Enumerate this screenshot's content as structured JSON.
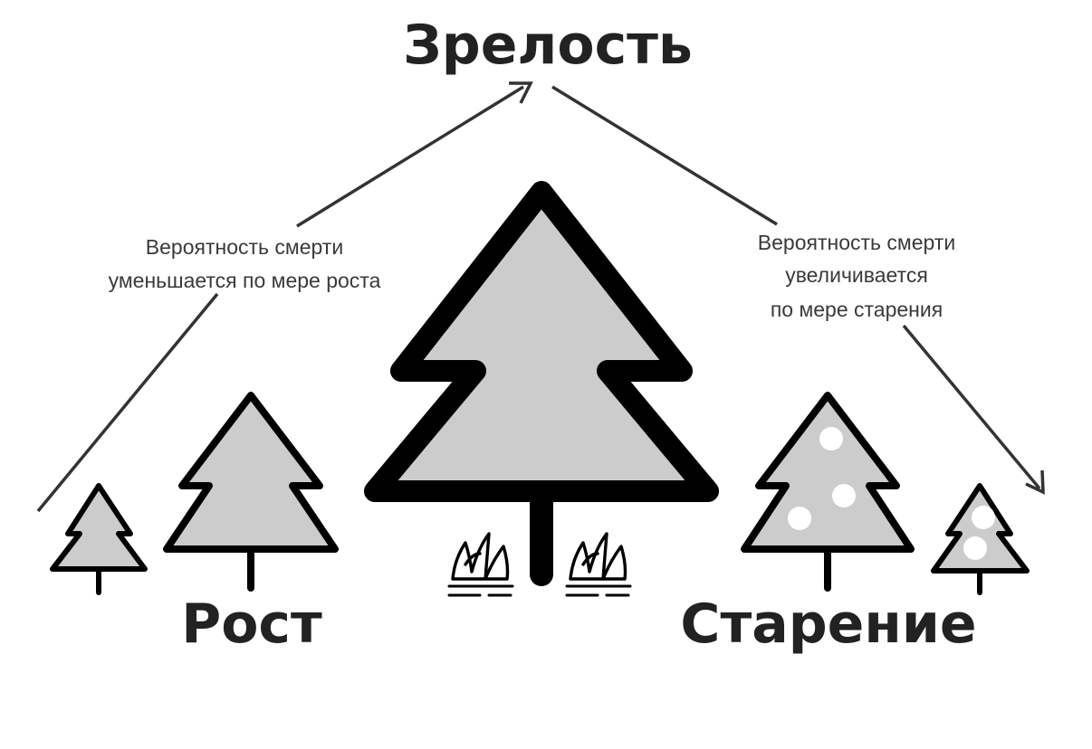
{
  "stages": {
    "maturity": "Зрелость",
    "growth": "Рост",
    "aging": "Старение"
  },
  "notes": {
    "growth": [
      "Вероятность смерти",
      "уменьшается по мере роста"
    ],
    "aging": [
      "Вероятность смерти",
      "увеличивается",
      "по мере старения"
    ]
  },
  "colors": {
    "tree_fill": "#cccccc",
    "outline": "#000000",
    "arrow": "#333333",
    "text": "#222222",
    "spots": "#ffffff"
  },
  "icons": [
    "tree-icon",
    "grass-icon",
    "arrow-icon"
  ]
}
